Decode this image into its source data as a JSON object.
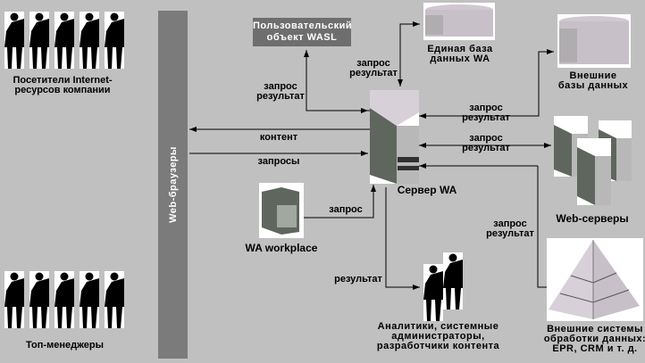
{
  "groups": {
    "visitors": {
      "label_line1": "Посетители Internet-",
      "label_line2": "ресурсов компании",
      "count": 5
    },
    "top_managers": {
      "label": "Топ-менеджеры",
      "count": 5
    },
    "analysts": {
      "label_line1": "Аналитики, системные",
      "label_line2": "администраторы,",
      "label_line3": "разработчики контента",
      "count": 2
    }
  },
  "browser_bar": {
    "label": "Web-браузеры"
  },
  "wasl_object": {
    "line1": "Пользовательский",
    "line2": "объект WASL"
  },
  "server": {
    "label": "Сервер WA"
  },
  "single_db": {
    "line1": "Единая база",
    "line2": "данных WA"
  },
  "external_db": {
    "line1": "Внешние",
    "line2": "базы данных"
  },
  "web_servers": {
    "label": "Web-серверы"
  },
  "workplace": {
    "label": "WA workplace"
  },
  "external_systems": {
    "line1": "Внешние системы",
    "line2": "обработки данных:",
    "line3": "EPR, CRM и т. д."
  },
  "connections": {
    "wasl": {
      "line1": "запрос",
      "line2": "результат"
    },
    "single_db": {
      "line1": "запрос",
      "line2": "результат"
    },
    "external_db": {
      "line1": "запрос",
      "line2": "результат"
    },
    "web_servers": {
      "line1": "запрос",
      "line2": "результат"
    },
    "external_systems": {
      "line1": "запрос",
      "line2": "результат"
    },
    "content": "контент",
    "requests": "запросы",
    "workplace_request": "запрос",
    "analysts_result": "результат"
  },
  "colors": {
    "background": "#c0c0c0",
    "bar": "#7b7b7b",
    "wasl_box": "#6e6e6e",
    "server_dark": "#5e665e"
  }
}
